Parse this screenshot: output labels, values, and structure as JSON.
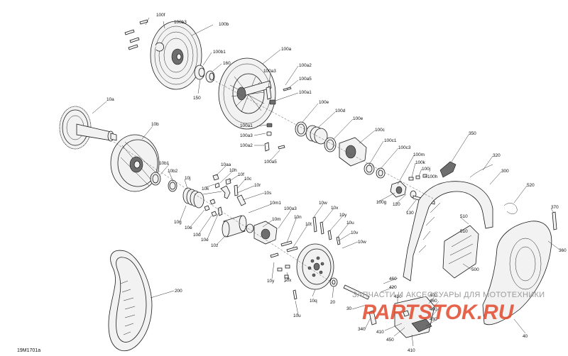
{
  "diagram": {
    "figure_id": "19M1701a",
    "watermark_text": "ЗАПЧАСТИ И АКСЕССУАРЫ ДЛЯ МОТОТЕХНИКИ",
    "watermark_logo": "PARTSTOK.RU",
    "callouts": [
      {
        "id": "c_100f",
        "text": "100f"
      },
      {
        "id": "c_100b3",
        "text": "100b3"
      },
      {
        "id": "c_100b",
        "text": "100b"
      },
      {
        "id": "c_100b1",
        "text": "100b1"
      },
      {
        "id": "c_160",
        "text": "160"
      },
      {
        "id": "c_150",
        "text": "150"
      },
      {
        "id": "c_100a",
        "text": "100a"
      },
      {
        "id": "c_100a3",
        "text": "100a3"
      },
      {
        "id": "c_100a2",
        "text": "100a2"
      },
      {
        "id": "c_100a5",
        "text": "100a5"
      },
      {
        "id": "c_100a1",
        "text": "100a1"
      },
      {
        "id": "c_10a",
        "text": "10a"
      },
      {
        "id": "c_10b",
        "text": "10b"
      },
      {
        "id": "c_100e",
        "text": "100e"
      },
      {
        "id": "c_100d",
        "text": "100d"
      },
      {
        "id": "c_100e2",
        "text": "100e"
      },
      {
        "id": "c_100a1b",
        "text": "100a1"
      },
      {
        "id": "c_100a3b",
        "text": "100a3"
      },
      {
        "id": "c_100a2b",
        "text": "100a2"
      },
      {
        "id": "c_100a5b",
        "text": "100a5"
      },
      {
        "id": "c_100c",
        "text": "100c"
      },
      {
        "id": "c_100c1",
        "text": "100c1"
      },
      {
        "id": "c_100c3",
        "text": "100c3"
      },
      {
        "id": "c_100m",
        "text": "100m"
      },
      {
        "id": "c_100k",
        "text": "100k"
      },
      {
        "id": "c_100j",
        "text": "100j"
      },
      {
        "id": "c_100h",
        "text": "100h"
      },
      {
        "id": "c_100g",
        "text": "100g"
      },
      {
        "id": "c_120",
        "text": "120"
      },
      {
        "id": "c_130",
        "text": "130"
      },
      {
        "id": "c_350",
        "text": "350"
      },
      {
        "id": "c_320",
        "text": "320"
      },
      {
        "id": "c_300",
        "text": "300"
      },
      {
        "id": "c_520",
        "text": "520"
      },
      {
        "id": "c_370",
        "text": "370"
      },
      {
        "id": "c_510a",
        "text": "510"
      },
      {
        "id": "c_510b",
        "text": "510"
      },
      {
        "id": "c_500",
        "text": "500"
      },
      {
        "id": "c_360",
        "text": "360"
      },
      {
        "id": "c_10b1",
        "text": "10b1"
      },
      {
        "id": "c_10b2",
        "text": "10b2"
      },
      {
        "id": "c_10aa",
        "text": "10aa"
      },
      {
        "id": "c_10h",
        "text": "10h"
      },
      {
        "id": "c_10f",
        "text": "10f"
      },
      {
        "id": "c_10c",
        "text": "10c"
      },
      {
        "id": "c_10j",
        "text": "10j"
      },
      {
        "id": "c_10k",
        "text": "10k"
      },
      {
        "id": "c_10r",
        "text": "10r"
      },
      {
        "id": "c_10s",
        "text": "10s"
      },
      {
        "id": "c_10m1",
        "text": "10m1"
      },
      {
        "id": "c_10g",
        "text": "10g"
      },
      {
        "id": "c_10e",
        "text": "10e"
      },
      {
        "id": "c_10d",
        "text": "10d"
      },
      {
        "id": "c_10e2",
        "text": "10e"
      },
      {
        "id": "c_10z",
        "text": "10z"
      },
      {
        "id": "c_10m",
        "text": "10m"
      },
      {
        "id": "c_100a3c",
        "text": "100a3"
      },
      {
        "id": "c_10n",
        "text": "10n"
      },
      {
        "id": "c_10t",
        "text": "10t"
      },
      {
        "id": "c_10w",
        "text": "10w"
      },
      {
        "id": "c_10x",
        "text": "10x"
      },
      {
        "id": "c_10y",
        "text": "10y"
      },
      {
        "id": "c_10u",
        "text": "10u"
      },
      {
        "id": "c_10v",
        "text": "10v"
      },
      {
        "id": "c_10w2",
        "text": "10w"
      },
      {
        "id": "c_10y2",
        "text": "10y"
      },
      {
        "id": "c_10x2",
        "text": "10x"
      },
      {
        "id": "c_10q",
        "text": "10q"
      },
      {
        "id": "c_20",
        "text": "20"
      },
      {
        "id": "c_10u2",
        "text": "10u"
      },
      {
        "id": "c_200",
        "text": "200"
      },
      {
        "id": "c_460a",
        "text": "460"
      },
      {
        "id": "c_420a",
        "text": "420"
      },
      {
        "id": "c_420b",
        "text": "420"
      },
      {
        "id": "c_400",
        "text": "400"
      },
      {
        "id": "c_460b",
        "text": "460"
      },
      {
        "id": "c_460c",
        "text": "460"
      },
      {
        "id": "c_430",
        "text": "430"
      },
      {
        "id": "c_410a",
        "text": "410"
      },
      {
        "id": "c_410b",
        "text": "410"
      },
      {
        "id": "c_450",
        "text": "450"
      },
      {
        "id": "c_340",
        "text": "340"
      },
      {
        "id": "c_30",
        "text": "30"
      },
      {
        "id": "c_40",
        "text": "40"
      }
    ]
  }
}
